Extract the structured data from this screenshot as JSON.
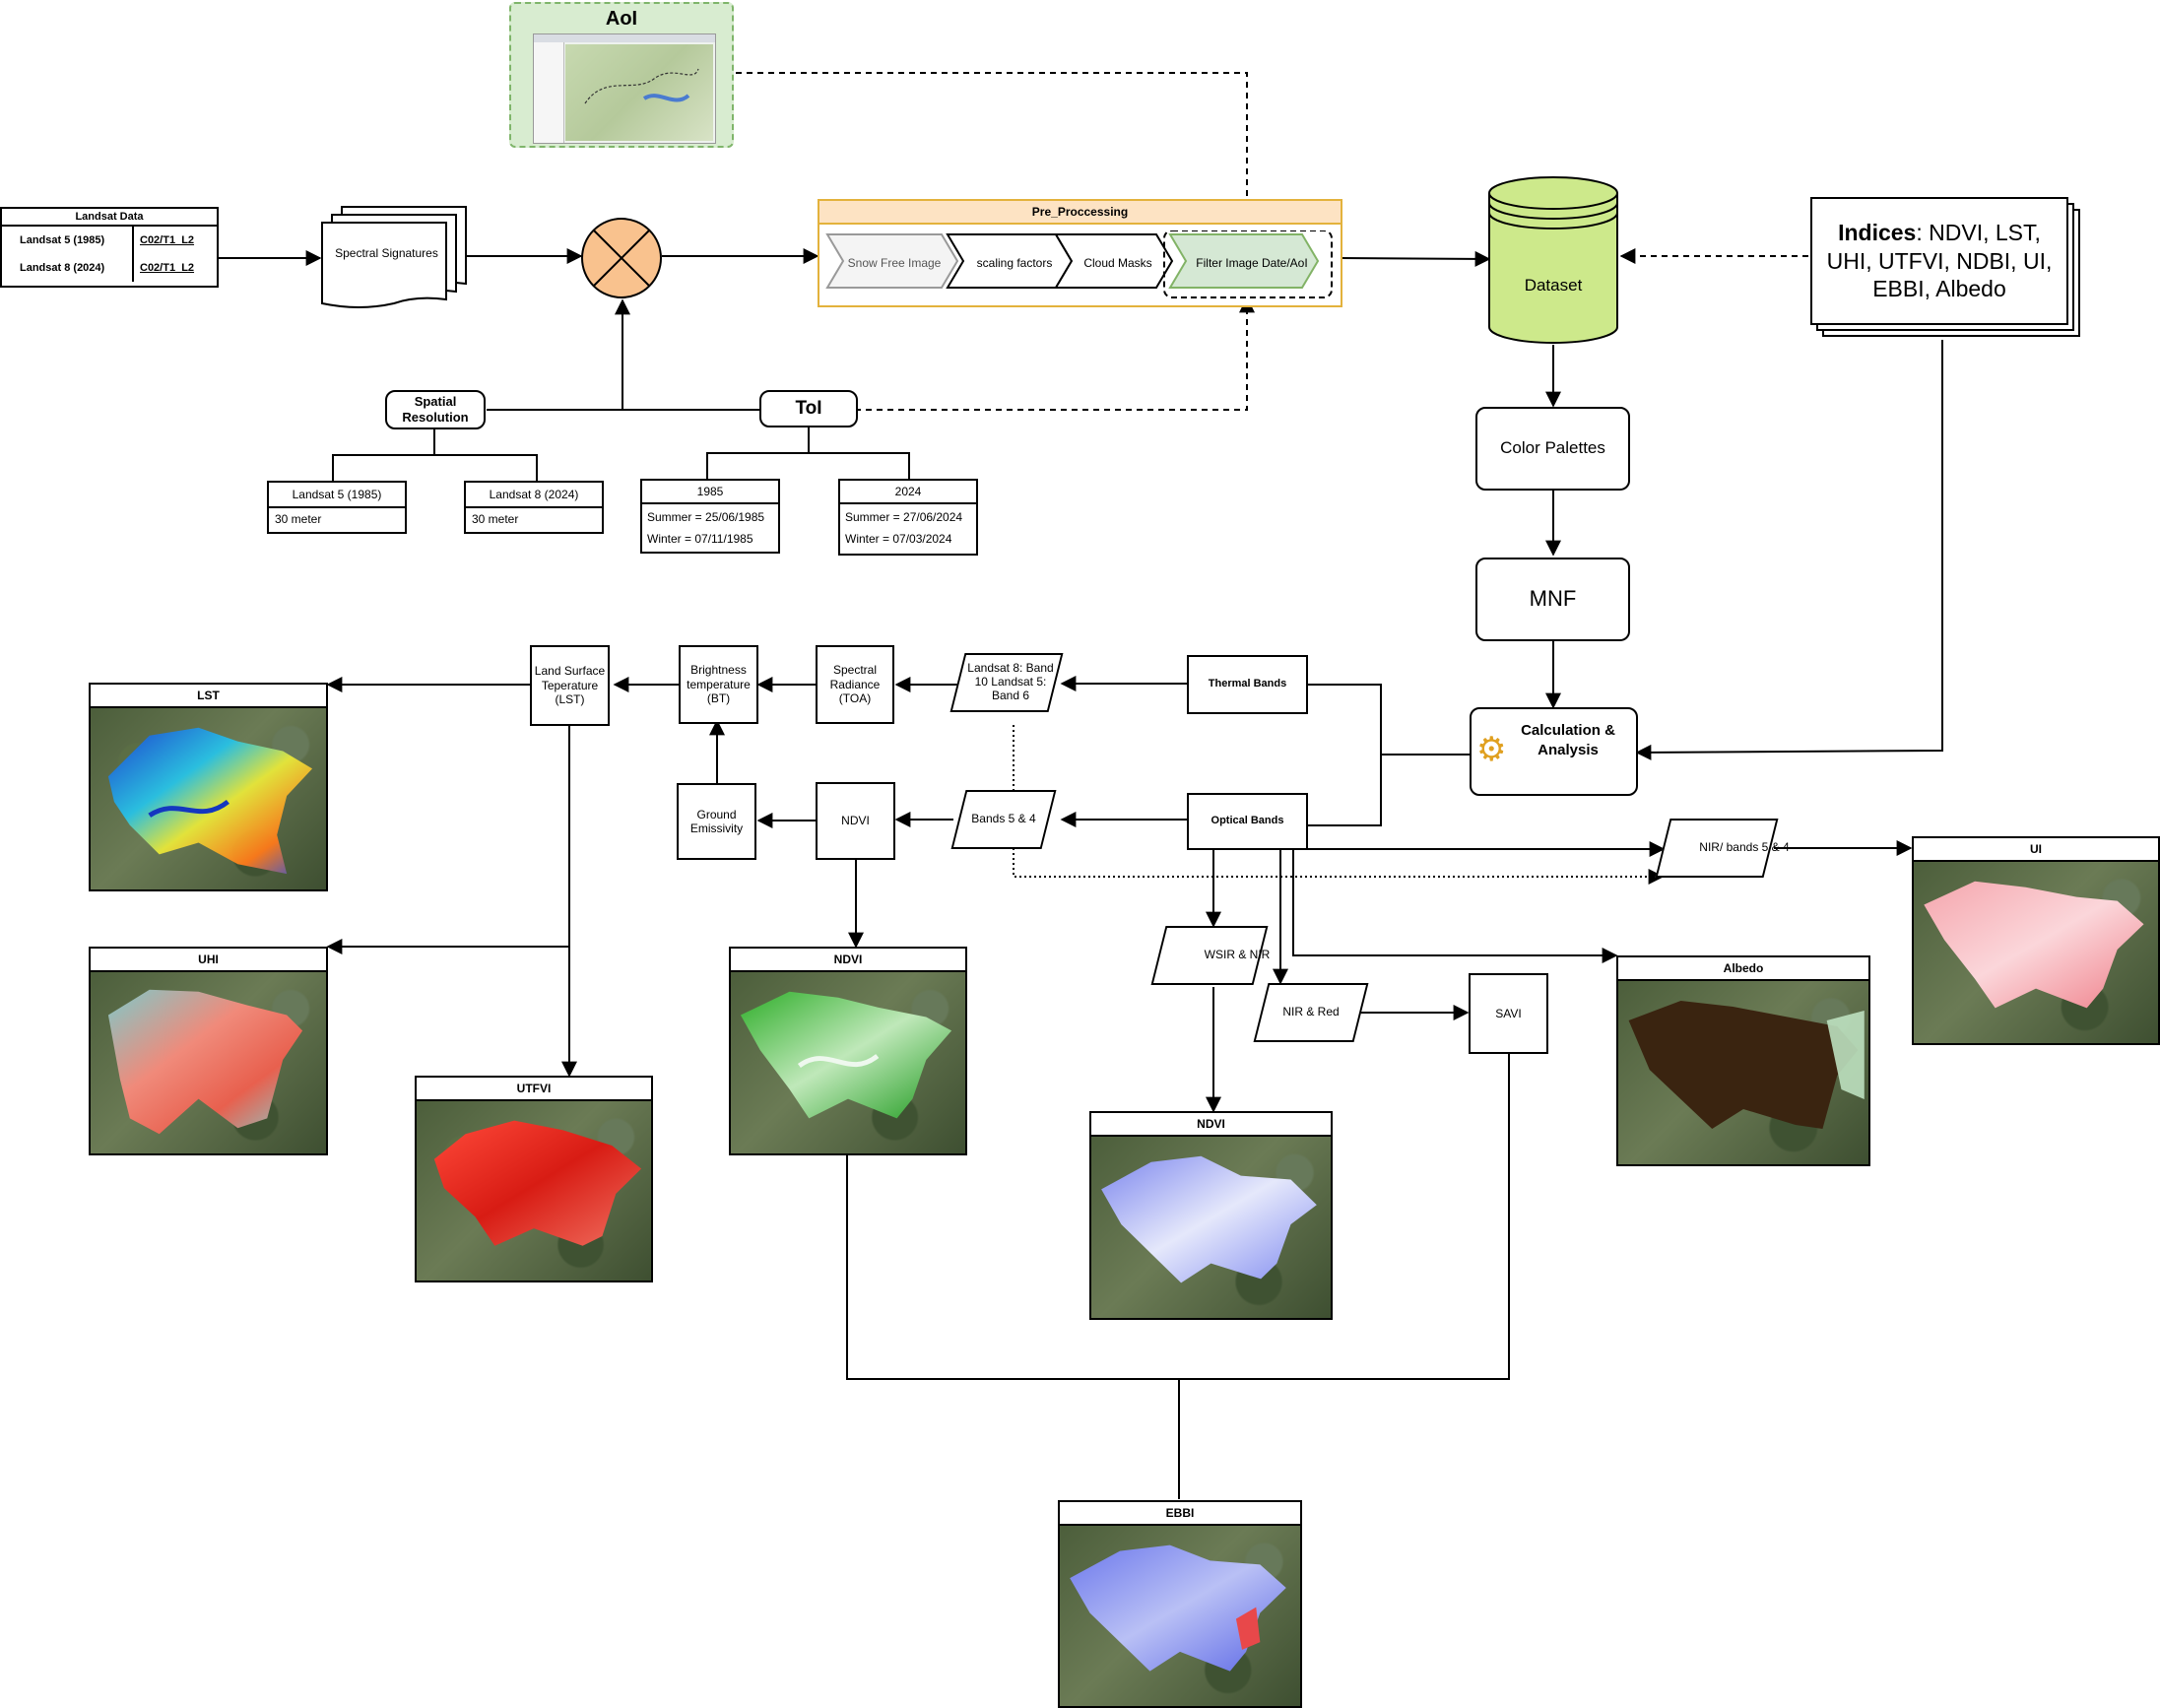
{
  "aoi": {
    "title": "AoI"
  },
  "landsat_table": {
    "title": "Landsat Data",
    "rows": [
      {
        "name": "Landsat 5 (1985)",
        "code": "C02/T1_L2"
      },
      {
        "name": "Landsat 8 (2024)",
        "code": "C02/T1_L2"
      }
    ]
  },
  "spectral_signatures": "Spectral Signatures",
  "preprocessing": {
    "title": "Pre_Proccessing",
    "steps": [
      "Snow Free Image",
      "scaling factors",
      "Cloud Masks",
      "Filter Image Date/AoI"
    ]
  },
  "dataset": "Dataset",
  "indices": {
    "bold": "Indices",
    "rest": ": NDVI, LST, UHI, UTFVI, NDBI, UI, EBBI, Albedo"
  },
  "spatial_resolution": "Spatial Resolution",
  "toi": "ToI",
  "res_tables": [
    {
      "title": "Landsat 5 (1985)",
      "value": "30 meter"
    },
    {
      "title": "Landsat 8 (2024)",
      "value": "30 meter"
    }
  ],
  "date_tables": [
    {
      "title": "1985",
      "rows": [
        "Summer = 25/06/1985",
        "Winter = 07/11/1985"
      ]
    },
    {
      "title": "2024",
      "rows": [
        "Summer = 27/06/2024",
        "Winter = 07/03/2024"
      ]
    }
  ],
  "color_palettes": "Color Palettes",
  "mnf": "MNF",
  "calculation": "Calculation & Analysis",
  "thermal_bands": "Thermal Bands",
  "optical_bands": "Optical Bands",
  "landsat_bands": "Landsat 8: Band 10 Landsat 5: Band 6",
  "bands54": "Bands 5 & 4",
  "spectral_radiance": "Spectral Radiance (TOA)",
  "brightness": "Brightness temperature (BT)",
  "lst_box": "Land Surface Teperature (LST)",
  "ground_emissivity": "Ground Emissivity",
  "ndvi_box": "NDVI",
  "wsir": "WSIR & NIR",
  "nir_red": "NIR & Red",
  "savi": "SAVI",
  "nir_bands": "NIR/ bands 5 & 4",
  "maps": {
    "lst": "LST",
    "uhi": "UHI",
    "utfvi": "UTFVI",
    "ndvi1": "NDVI",
    "ndvi2": "NDVI",
    "albedo": "Albedo",
    "ui": "UI",
    "ebbi": "EBBI"
  }
}
